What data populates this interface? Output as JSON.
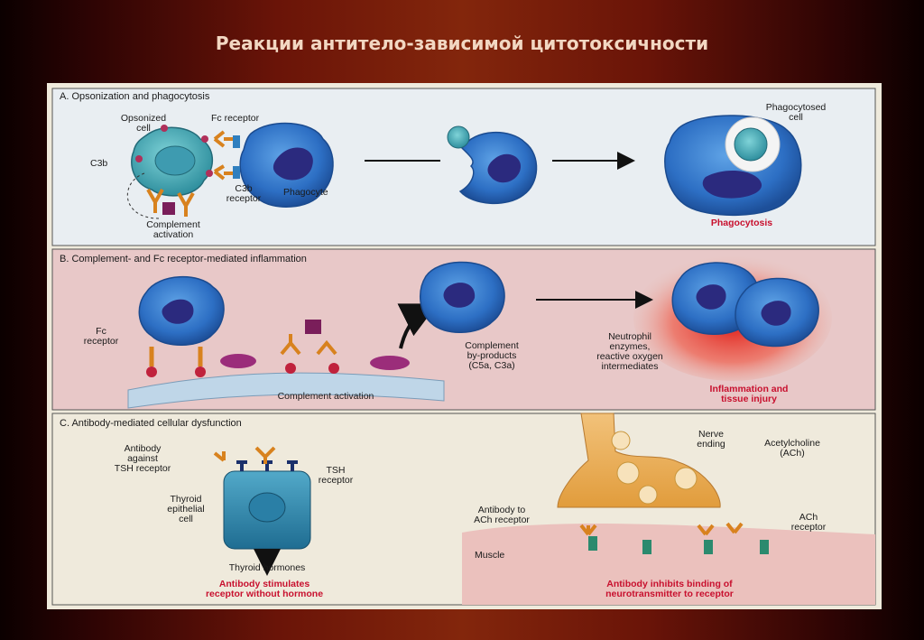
{
  "title": "Реакции антитело-зависимой цитотоксичности",
  "panel_a": {
    "header": "A. Opsonization and phagocytosis",
    "opsonized_cell": "Opsonized\ncell",
    "fc_receptor": "Fc receptor",
    "c3b": "C3b",
    "c3b_receptor": "C3b\nreceptor",
    "phagocyte": "Phagocyte",
    "complement_activation": "Complement\nactivation",
    "phagocytosed_cell": "Phagocytosed\ncell",
    "phagocytosis": "Phagocytosis"
  },
  "panel_b": {
    "header": "B. Complement- and Fc receptor-mediated inflammation",
    "fc_receptor": "Fc\nreceptor",
    "complement_activation": "Complement activation",
    "complement_byproducts": "Complement\nby-products\n(C5a, C3a)",
    "neutrophil_enzymes": "Neutrophil\nenzymes,\nreactive oxygen\nintermediates",
    "inflammation": "Inflammation and\ntissue injury"
  },
  "panel_c": {
    "header": "C. Antibody-mediated cellular dysfunction",
    "antibody_tsh": "Antibody\nagainst\nTSH receptor",
    "tsh_receptor": "TSH\nreceptor",
    "thyroid_cell": "Thyroid\nepithelial\ncell",
    "thyroid_hormones": "Thyroid hormones",
    "stimulates": "Antibody stimulates\nreceptor without hormone",
    "nerve_ending": "Nerve\nending",
    "acetylcholine": "Acetylcholine\n(ACh)",
    "antibody_ach": "Antibody to\nACh receptor",
    "ach_receptor": "ACh\nreceptor",
    "muscle": "Muscle",
    "inhibits": "Antibody inhibits binding of\nneurotransmitter to receptor"
  }
}
